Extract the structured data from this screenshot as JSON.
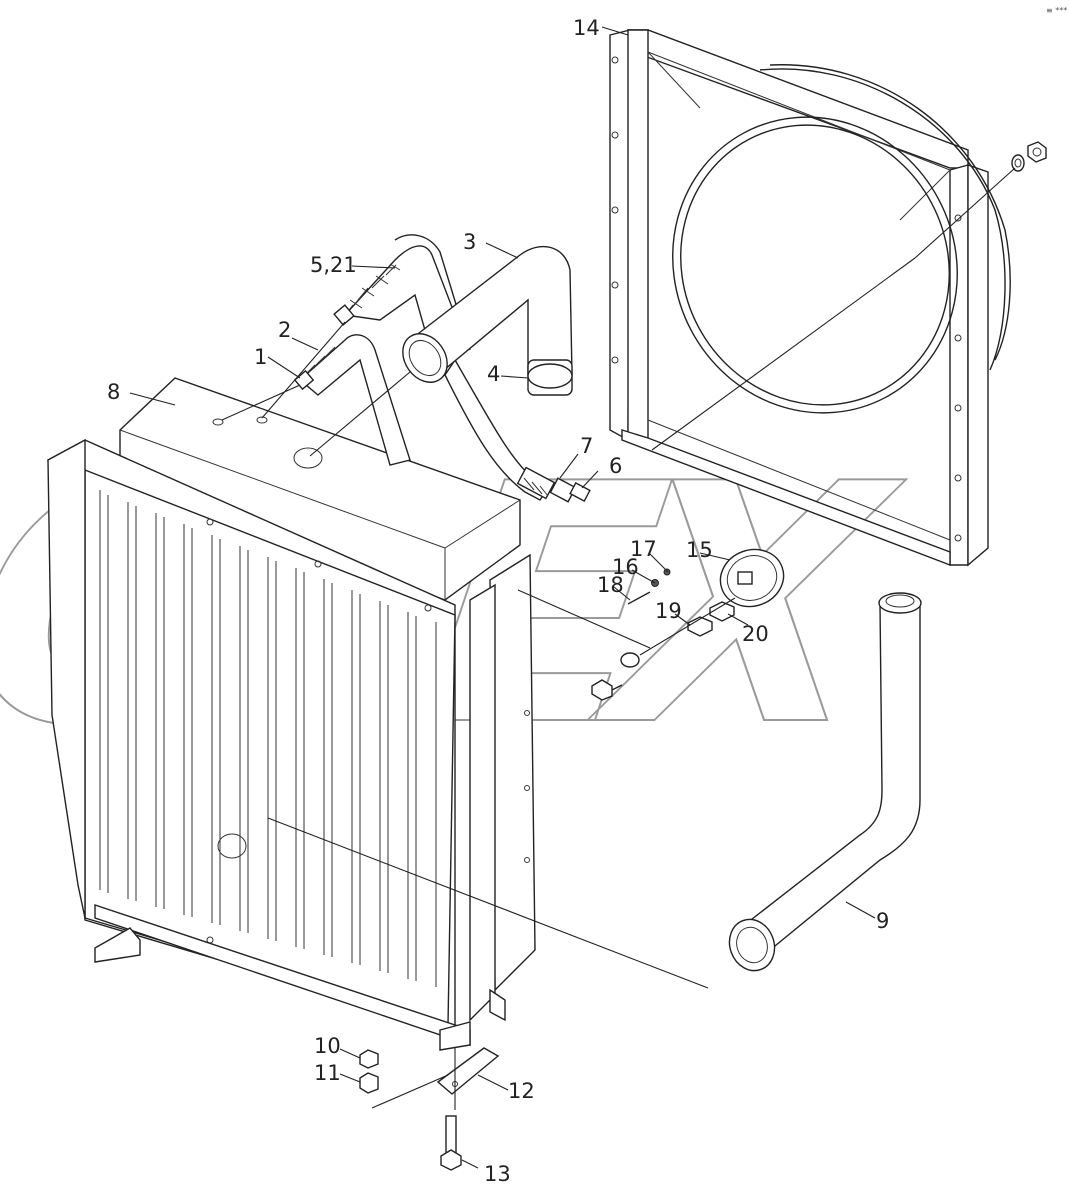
{
  "corner_mark": "≡ ***",
  "watermark": "OREX",
  "parts": [
    {
      "id": "p1",
      "label": "1"
    },
    {
      "id": "p2",
      "label": "2"
    },
    {
      "id": "p3",
      "label": "3"
    },
    {
      "id": "p4",
      "label": "4"
    },
    {
      "id": "p521",
      "label": "5,21"
    },
    {
      "id": "p6",
      "label": "6"
    },
    {
      "id": "p7",
      "label": "7"
    },
    {
      "id": "p8",
      "label": "8"
    },
    {
      "id": "p9",
      "label": "9"
    },
    {
      "id": "p10",
      "label": "10"
    },
    {
      "id": "p11",
      "label": "11"
    },
    {
      "id": "p12",
      "label": "12"
    },
    {
      "id": "p13",
      "label": "13"
    },
    {
      "id": "p14",
      "label": "14"
    },
    {
      "id": "p15",
      "label": "15"
    },
    {
      "id": "p16",
      "label": "16"
    },
    {
      "id": "p17",
      "label": "17"
    },
    {
      "id": "p18",
      "label": "18"
    },
    {
      "id": "p19",
      "label": "19"
    },
    {
      "id": "p20",
      "label": "20"
    }
  ]
}
